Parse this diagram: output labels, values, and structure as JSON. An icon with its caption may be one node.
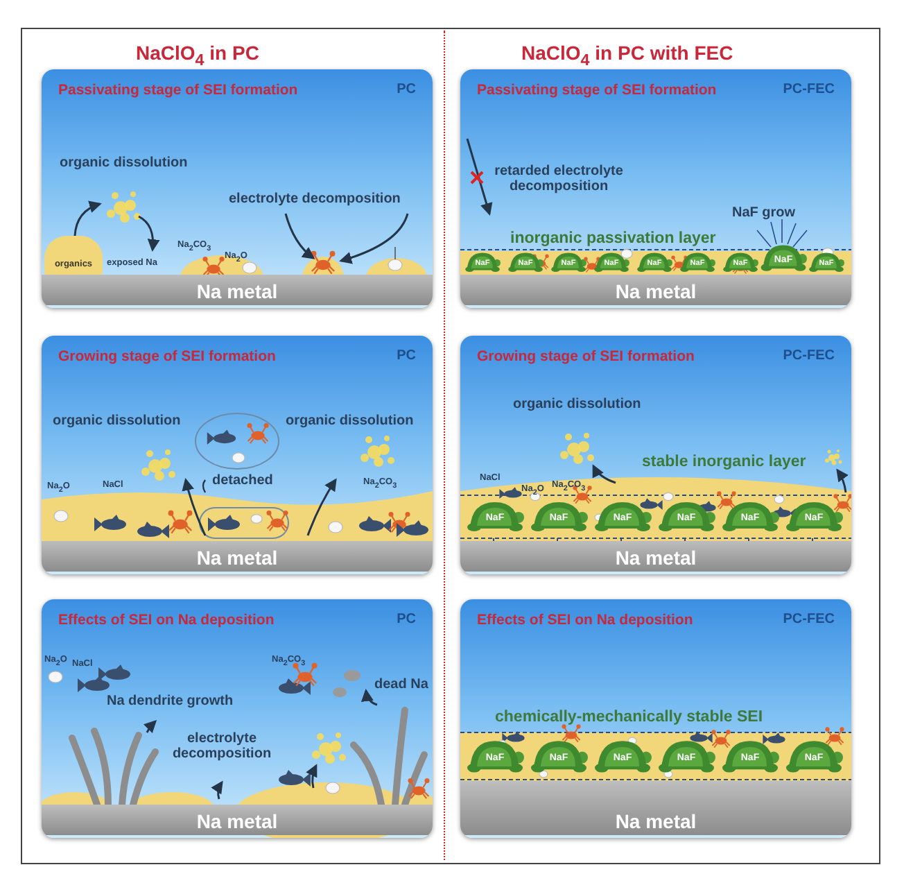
{
  "diagram": {
    "nodes": [
      {
        "text": [
          "Passivating stage of SEI formation",
          "PC"
        ]
      },
      {
        "text": [
          "organics"
        ],
        "in": 0
      },
      {
        "text": [
          "Na metal"
        ],
        "in": 0
      },
      {
        "text": [
          "Passivating stage of SEI formation",
          "PC-FEC"
        ]
      },
      {
        "text": [
          "NaF"
        ],
        "in": 3
      },
      {
        "text": [
          "NaF"
        ],
        "in": 3
      },
      {
        "text": [
          "NaF"
        ],
        "in": 3
      },
      {
        "text": [
          "NaF"
        ],
        "in": 3
      },
      {
        "text": [
          "NaF"
        ],
        "in": 3
      },
      {
        "text": [
          "NaF"
        ],
        "in": 3
      },
      {
        "text": [
          "NaF"
        ],
        "in": 3
      },
      {
        "text": [
          "NaF"
        ],
        "in": 3
      },
      {
        "text": [
          "NaF"
        ],
        "in": 3
      },
      {
        "text": [
          "Na metal"
        ],
        "in": 3
      },
      {
        "text": [
          "Growing stage of SEI formation",
          "PC"
        ]
      },
      {
        "text": [
          "Na metal"
        ],
        "in": 14
      },
      {
        "text": [
          "Growing stage of SEI formation",
          "PC-FEC"
        ]
      },
      {
        "text": [
          "NaF"
        ],
        "in": 16
      },
      {
        "text": [
          "NaF"
        ],
        "in": 16
      },
      {
        "text": [
          "NaF"
        ],
        "in": 16
      },
      {
        "text": [
          "NaF"
        ],
        "in": 16
      },
      {
        "text": [
          "NaF"
        ],
        "in": 16
      },
      {
        "text": [
          "NaF"
        ],
        "in": 16
      },
      {
        "text": [
          "Na metal"
        ],
        "in": 16
      },
      {
        "text": [
          "Effects of SEI on Na deposition",
          "PC"
        ]
      },
      {
        "text": [
          "Na metal"
        ],
        "in": 24
      },
      {
        "text": [
          "Effects of SEI on Na deposition",
          "PC-FEC"
        ]
      },
      {
        "text": [
          "NaF"
        ],
        "in": 26
      },
      {
        "text": [
          "NaF"
        ],
        "in": 26
      },
      {
        "text": [
          "NaF"
        ],
        "in": 26
      },
      {
        "text": [
          "NaF"
        ],
        "in": 26
      },
      {
        "text": [
          "NaF"
        ],
        "in": 26
      },
      {
        "text": [
          "NaF"
        ],
        "in": 26
      },
      {
        "text": [
          "Na metal"
        ],
        "in": 26
      }
    ],
    "labels": [
      "NaClO$_{4}$ in PC",
      "NaClO$_{4}$ in PC with FEC",
      "organic dissolution",
      "electrolyte decomposition",
      "exposed Na",
      "Na$_{2}$CO$_{3}$",
      "Na$_{2}$O",
      "retarded electrolyte decomposition",
      "NaF grow",
      "inorganic passivation layer",
      "organic dissolution",
      "organic dissolution",
      "detached",
      "Na$_{2}$O",
      "NaCl",
      "Na$_{2}$CO$_{3}$",
      "organic dissolution",
      "NaCl",
      "Na$_{2}$O",
      "Na$_{2}$CO$_{3}$",
      "stable inorganic layer",
      "Na$_{2}$O",
      "NaCl",
      "Na$_{2}$CO$_{3}$",
      "dead Na",
      "Na dendrite growth",
      "electrolyte decomposition",
      "chemically-mechanically stable SEI"
    ]
  }
}
